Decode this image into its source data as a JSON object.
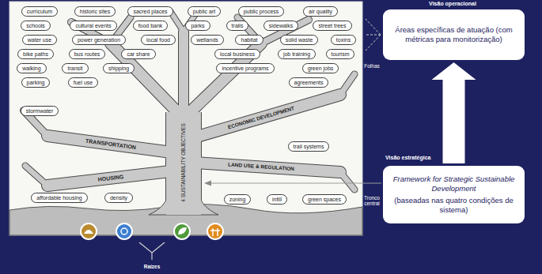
{
  "diagram": {
    "nodes": [
      {
        "text": [
          "curriculum"
        ]
      },
      {
        "text": [
          "historic sites"
        ]
      },
      {
        "text": [
          "sacred places"
        ]
      },
      {
        "text": [
          "public art"
        ]
      },
      {
        "text": [
          "public process"
        ]
      },
      {
        "text": [
          "air quality"
        ]
      },
      {
        "text": [
          "schools"
        ]
      },
      {
        "text": [
          "cultural events"
        ]
      },
      {
        "text": [
          "food bank"
        ]
      },
      {
        "text": [
          "parks"
        ]
      },
      {
        "text": [
          "trails"
        ]
      },
      {
        "text": [
          "sidewalks"
        ]
      },
      {
        "text": [
          "street trees"
        ]
      },
      {
        "text": [
          "water use"
        ]
      },
      {
        "text": [
          "power generation"
        ]
      },
      {
        "text": [
          "local food"
        ]
      },
      {
        "text": [
          "wetlands"
        ]
      },
      {
        "text": [
          "habitat"
        ]
      },
      {
        "text": [
          "solid waste"
        ]
      },
      {
        "text": [
          "toxins"
        ]
      },
      {
        "text": [
          "bike paths"
        ]
      },
      {
        "text": [
          "bus routes"
        ]
      },
      {
        "text": [
          "car share"
        ]
      },
      {
        "text": [
          "local business"
        ]
      },
      {
        "text": [
          "job training"
        ]
      },
      {
        "text": [
          "tourism"
        ]
      },
      {
        "text": [
          "walking"
        ]
      },
      {
        "text": [
          "transit"
        ]
      },
      {
        "text": [
          "shipping"
        ]
      },
      {
        "text": [
          "incentive programs"
        ]
      },
      {
        "text": [
          "green jobs"
        ]
      },
      {
        "text": [
          "parking"
        ]
      },
      {
        "text": [
          "fuel use"
        ]
      },
      {
        "text": [
          "agreements"
        ]
      },
      {
        "text": [
          "stormwater"
        ]
      },
      {
        "text": [
          "trail systems"
        ]
      },
      {
        "text": [
          "affordable housing"
        ]
      },
      {
        "text": [
          "density"
        ]
      },
      {
        "text": [
          "zoning"
        ]
      },
      {
        "text": [
          "infill"
        ]
      },
      {
        "text": [
          "green spaces"
        ]
      },
      {
        "text": [
          "Áreas específicas de atuação (com métricas para monitorização)"
        ]
      },
      {
        "text": [
          "Framework for Strategic Sustainable Development",
          "(baseadas nas quatro condições de sistema)"
        ]
      }
    ],
    "edges": [
      {
        "from": 42,
        "to": 41,
        "arrow": "to"
      }
    ],
    "labels": [
      "Visão operacional",
      "Folhas",
      "TRANSPORTATION",
      "HOUSING",
      "ECONOMIC DEVELOPMENT",
      "LAND USE & REGULATION",
      "4 SUSTAINABILITY OBJECTIVES",
      "Visão estratégica",
      "Tronco central",
      "Raízes"
    ]
  }
}
